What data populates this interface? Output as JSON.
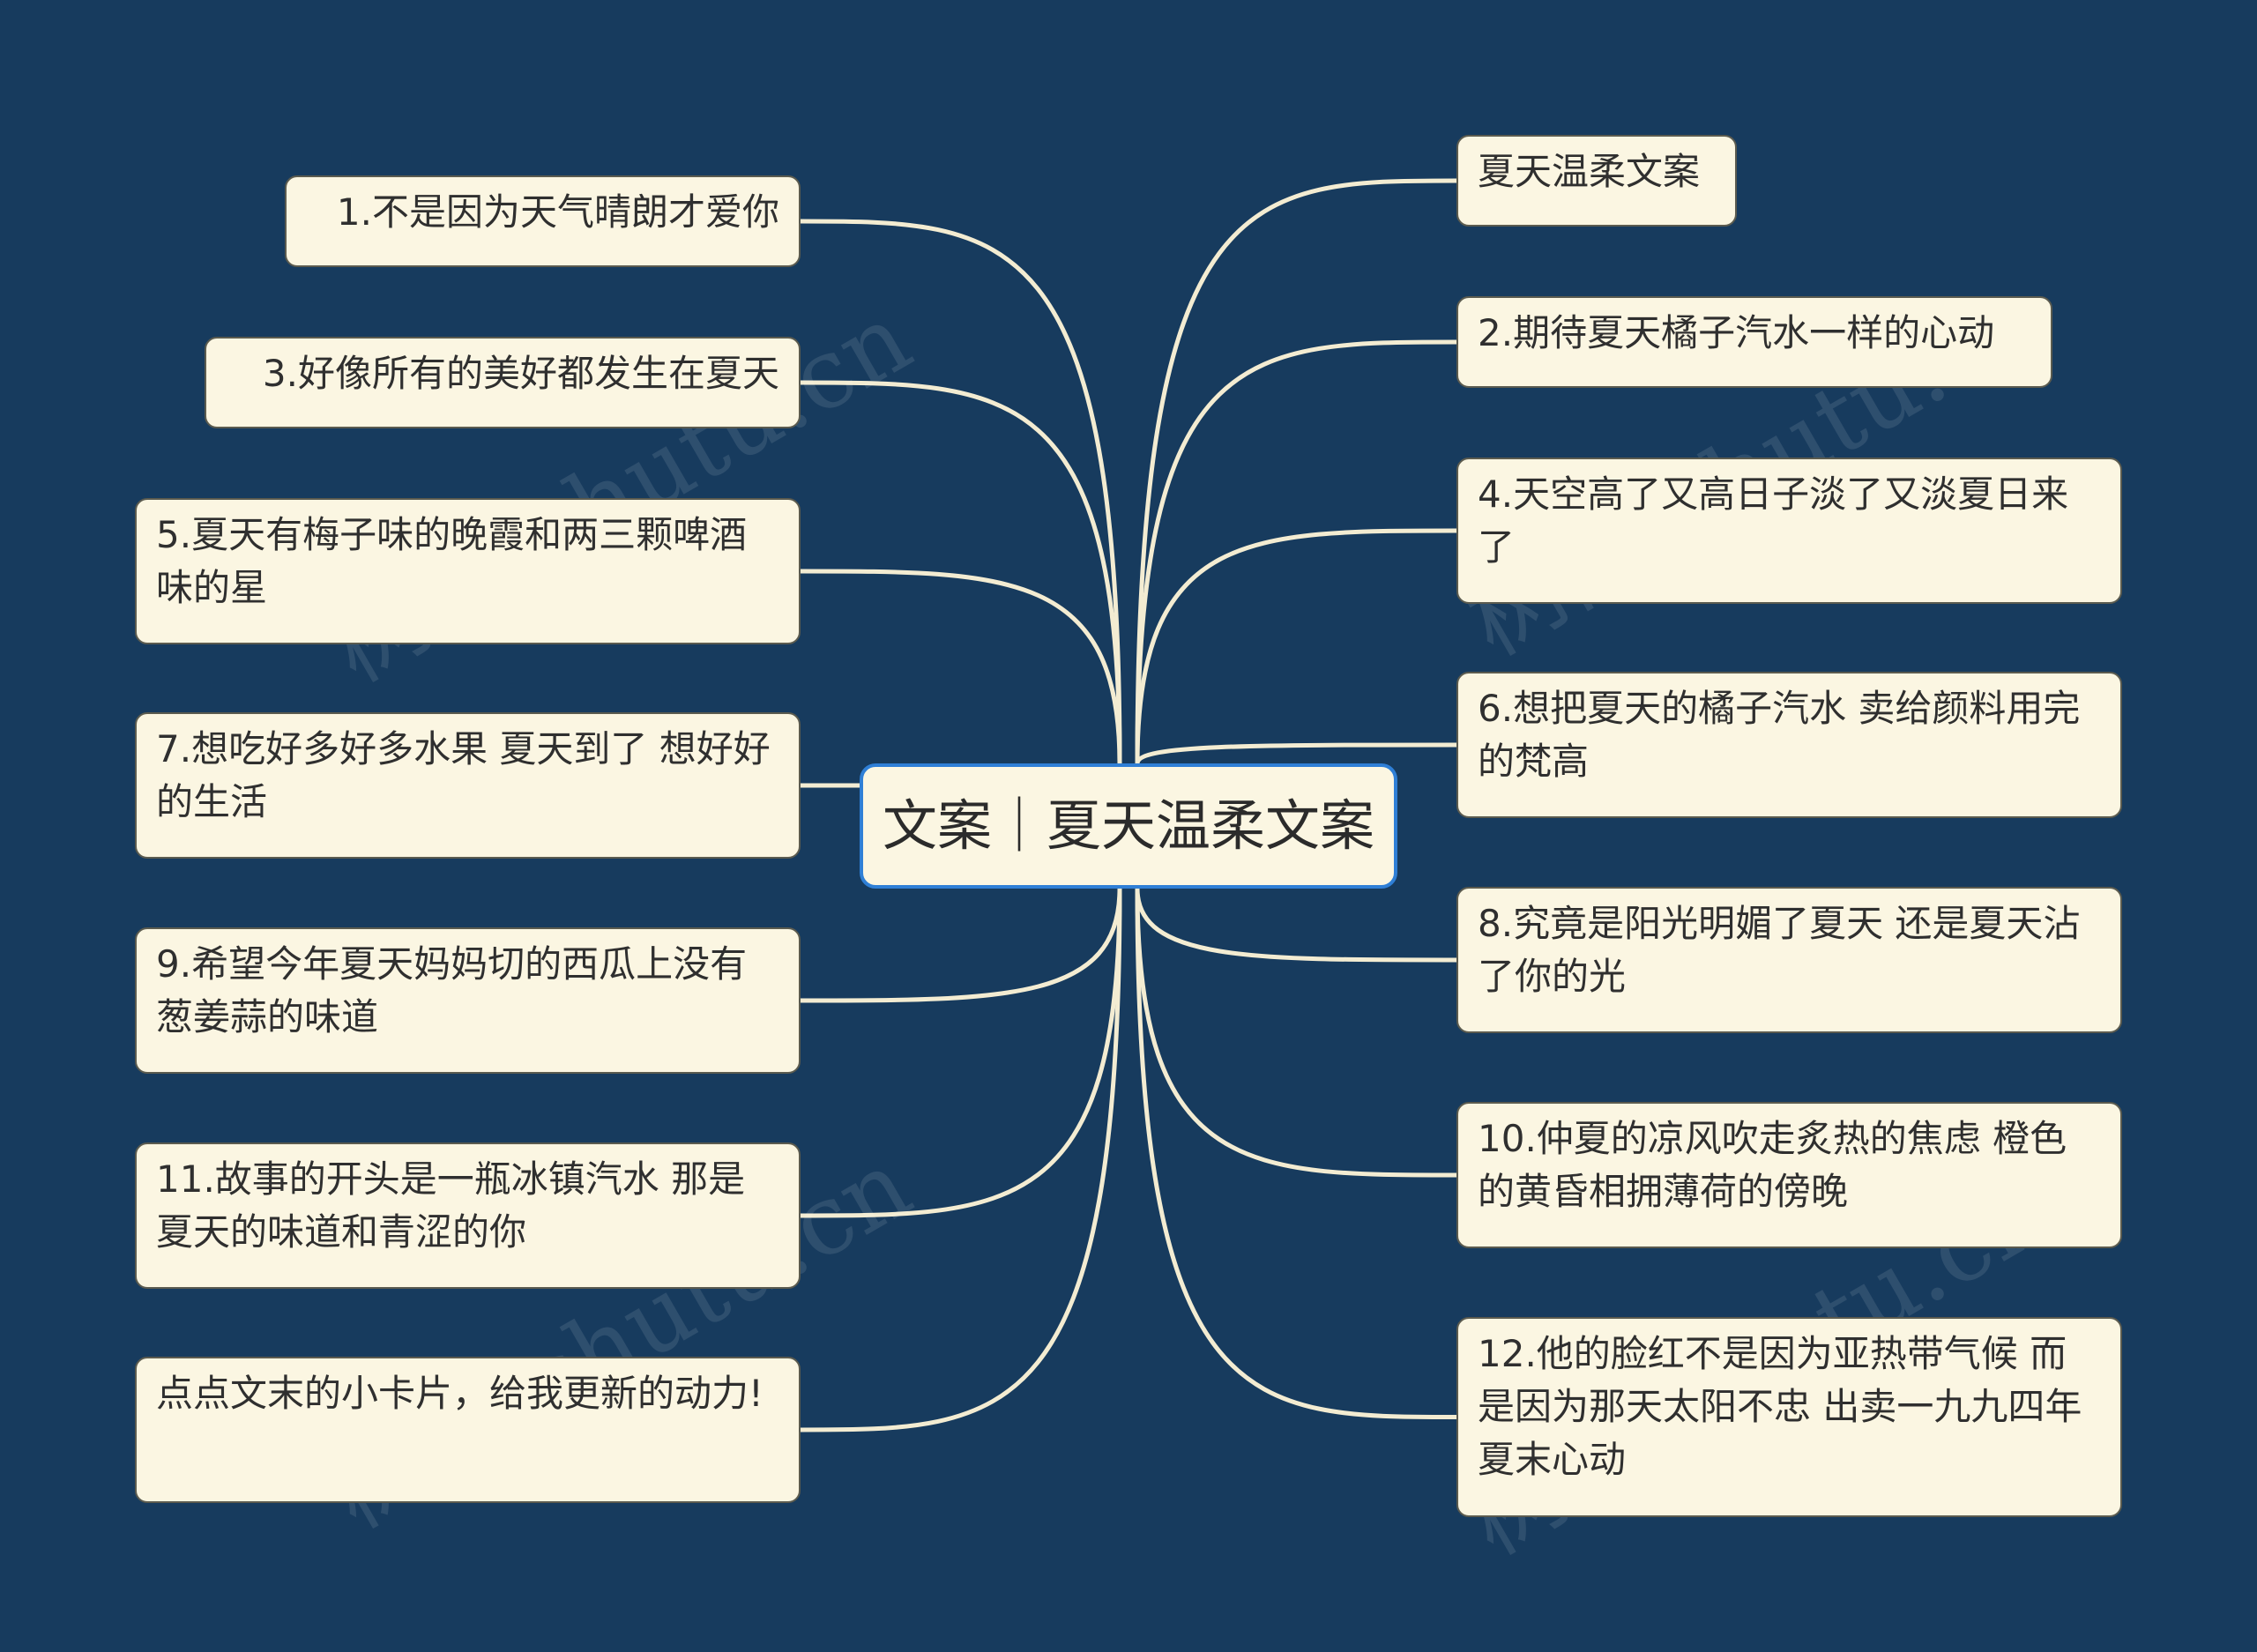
{
  "theme": {
    "background": "#173b5e",
    "node_fill": "#fbf6e2",
    "node_border": "#5b5b4f",
    "link_color": "#f3ecd2",
    "center_border": "#2f7fd6"
  },
  "root": {
    "label": "文案｜夏天温柔文案"
  },
  "left_branches": [
    {
      "label": "1.不是因为天气晴朗才爱你"
    },
    {
      "label": "3.好像所有的美好都发生在夏天"
    },
    {
      "label": "5.夏天有梅子味的晚霞和两三颗啤酒味的星"
    },
    {
      "label": "7.想吃好多好多水果 夏天到了 想好好的生活"
    },
    {
      "label": "9.希望今年夏天妈妈切的西瓜上没有葱姜蒜的味道"
    },
    {
      "label": "11.故事的开头是一瓶冰镇汽水 那是夏天的味道和青涩的你"
    },
    {
      "label": "点点文末的小卡片，给我更新的动力!"
    }
  ],
  "right_branches": [
    {
      "label": "夏天温柔文案"
    },
    {
      "label": "2.期待夏天橘子汽水一样的心动"
    },
    {
      "label": "4.天空高了又高日子淡了又淡夏日来了"
    },
    {
      "label": "6.想把夏天的橘子汽水 卖给颜料用完的梵高"
    },
    {
      "label": "8.究竟是阳光明媚了夏天 还是夏天沾了你的光"
    },
    {
      "label": "10.仲夏的凉风吹走炙热的焦虑 橙色的黄昏相拥薄荷的傍晚"
    },
    {
      "label": "12.他的脸红不是因为亚热带气候 而是因为那天太阳不忠 出卖一九九四年夏末心动"
    }
  ],
  "watermarks": [
    "树图 shutu.cn",
    "树图 shutu.cn",
    "树图 shutu.cn",
    "树图 shutu.cn"
  ]
}
